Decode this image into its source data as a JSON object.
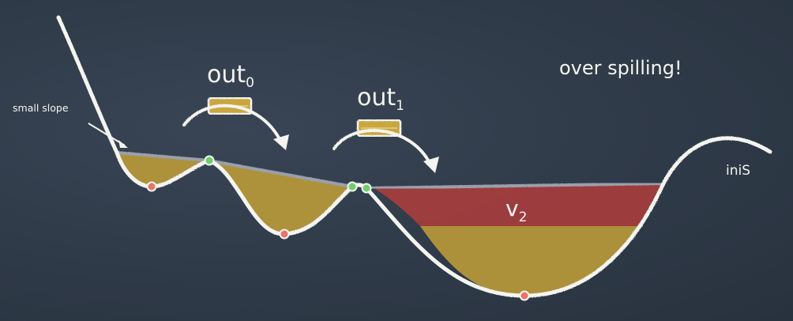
{
  "labels": {
    "out0_main": "out",
    "out0_sub": "0",
    "out1_main": "out",
    "out1_sub": "1",
    "over_spilling": "over spilling!",
    "small_slope": "small slope",
    "v2_main": "v",
    "v2_sub": "2",
    "inis": "iniS"
  },
  "colors": {
    "board": "#2f3a48",
    "chalk": "#f4f4f0",
    "water": "#b8983a",
    "spill": "#a63d3d",
    "surface": "#9aa0ab",
    "minimum_dot": "#e8746b",
    "saddle_dot": "#6fcf6a"
  }
}
